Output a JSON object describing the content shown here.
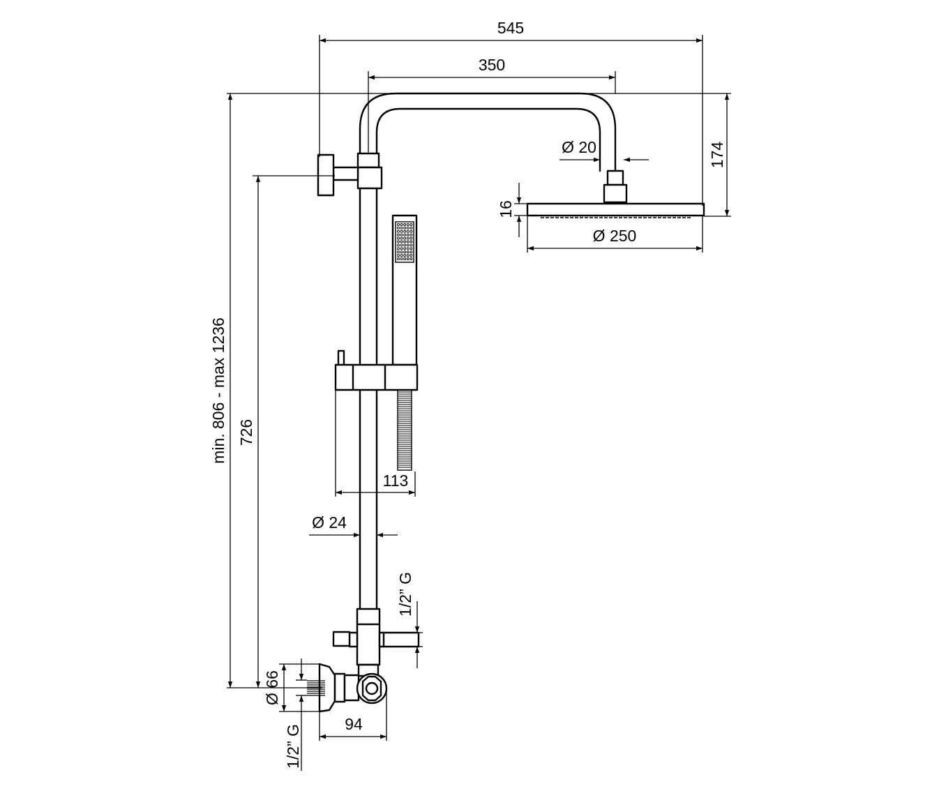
{
  "dimensions": {
    "overall_width": "545",
    "arm_length": "350",
    "arm_diameter": "Ø 20",
    "head_drop": "174",
    "head_thickness": "16",
    "head_diameter": "Ø 250",
    "overall_height": "min. 806 - max 1236",
    "rail_height": "726",
    "slider_width": "113",
    "rail_diameter": "Ø 24",
    "outlet_thread": "1/2” G",
    "flange_diameter": "Ø 66",
    "inlet_thread": "1/2” G",
    "mixer_depth": "94"
  }
}
